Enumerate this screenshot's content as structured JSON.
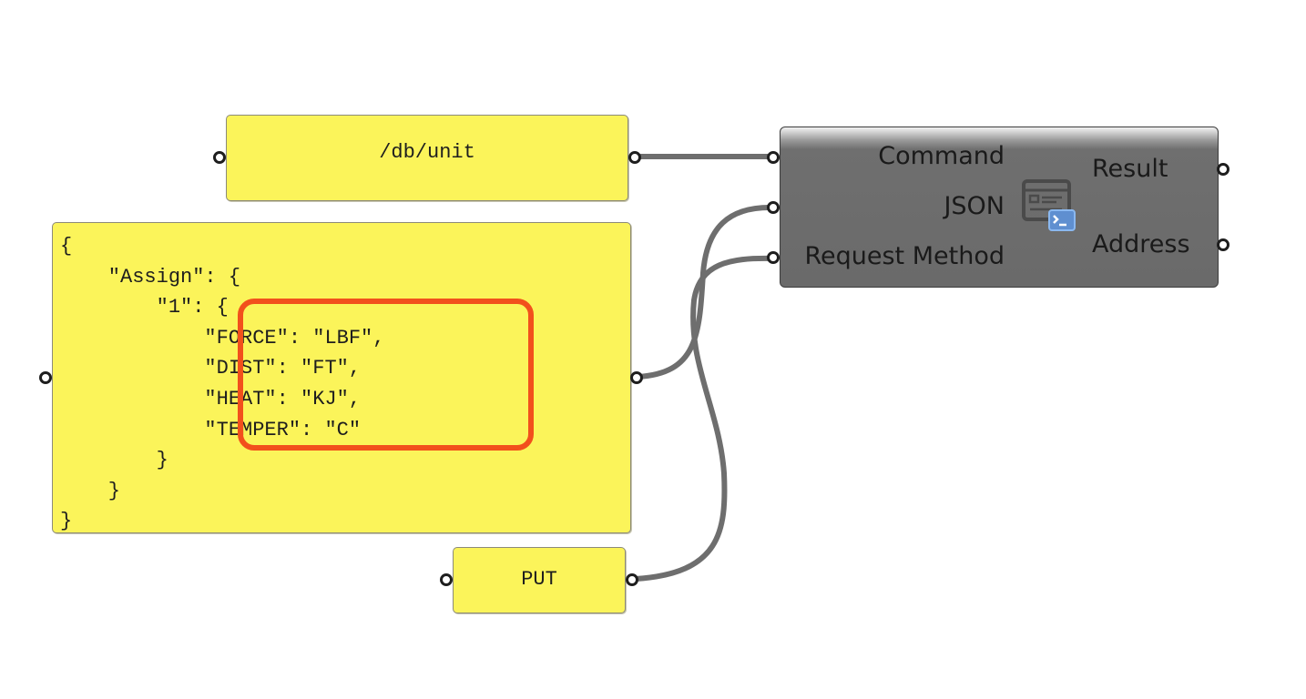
{
  "canvas": {
    "background": "#ffffff",
    "wire_color": "#6e6e6e",
    "panel_color": "#fbf45a",
    "highlight_color": "#f2501c"
  },
  "panels": {
    "command": {
      "text": "/db/unit"
    },
    "json": {
      "text": "{\n    \"Assign\": {\n        \"1\": {\n            \"FORCE\": \"LBF\",\n            \"DIST\": \"FT\",\n            \"HEAT\": \"KJ\",\n            \"TEMPER\": \"C\"\n        }\n    }\n}"
    },
    "method": {
      "text": "PUT"
    }
  },
  "component": {
    "inputs": [
      "Command",
      "JSON",
      "Request Method"
    ],
    "outputs": [
      "Result",
      "Address"
    ],
    "icon": "terminal-window-icon",
    "body_color": "#6a6a6a"
  }
}
